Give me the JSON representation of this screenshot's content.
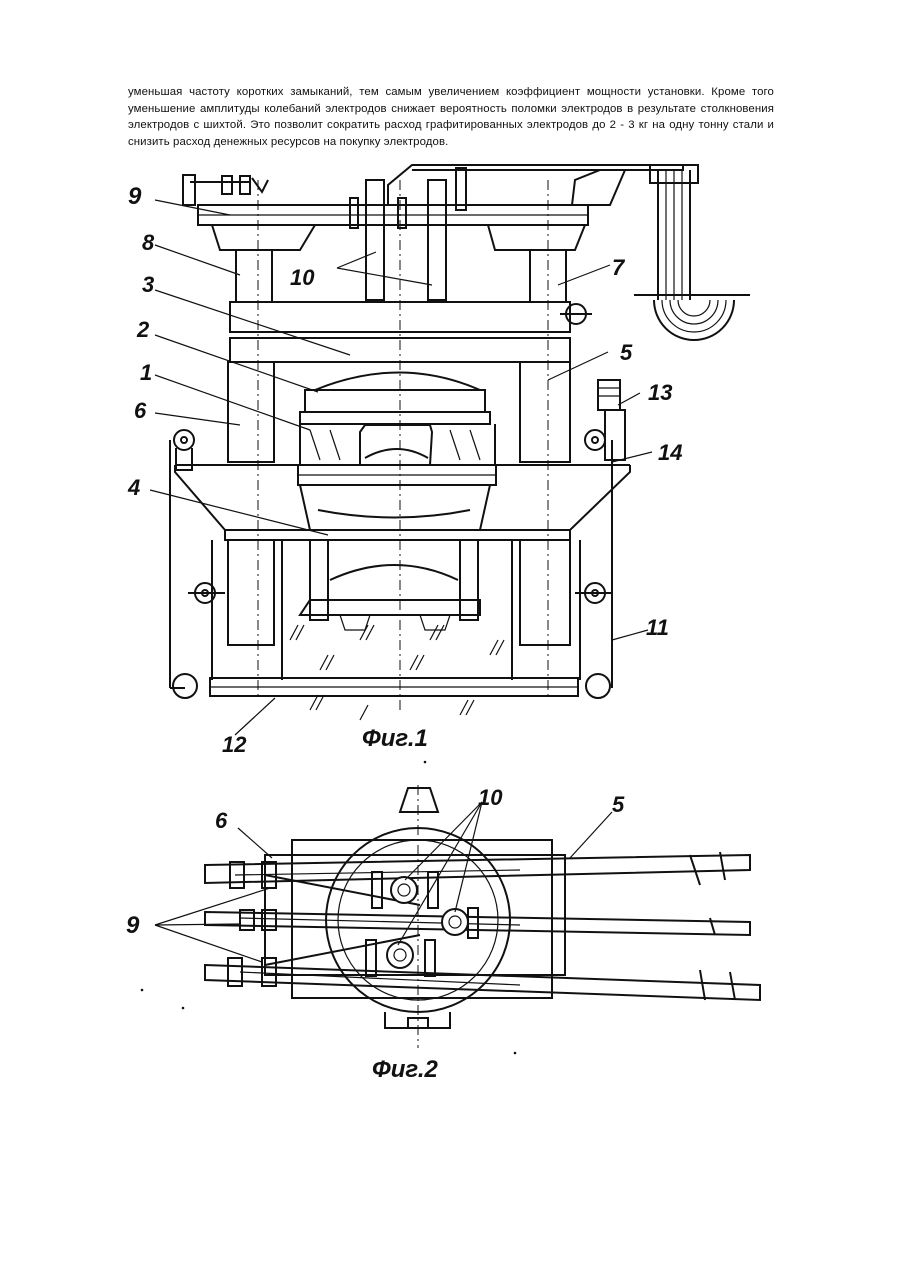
{
  "document": {
    "paragraph": "уменьшая частоту коротких замыканий, тем самым увеличением коэффициент мощности установки. Кроме того уменьшение амплитуды колебаний электродов снижает вероятность поломки электродов в результате столкновения электродов с шихтой. Это позволит сократить расход графитированных электродов до 2 - 3 кг на одну тонну стали и снизить расход денежных ресурсов на покупку электродов."
  },
  "figure1": {
    "caption": "Фиг.1",
    "labels": [
      "9",
      "8",
      "3",
      "2",
      "1",
      "6",
      "4",
      "10",
      "7",
      "5",
      "13",
      "14",
      "11",
      "12"
    ]
  },
  "figure2": {
    "caption": "Фиг.2",
    "labels": [
      "6",
      "10",
      "5",
      "9"
    ]
  }
}
